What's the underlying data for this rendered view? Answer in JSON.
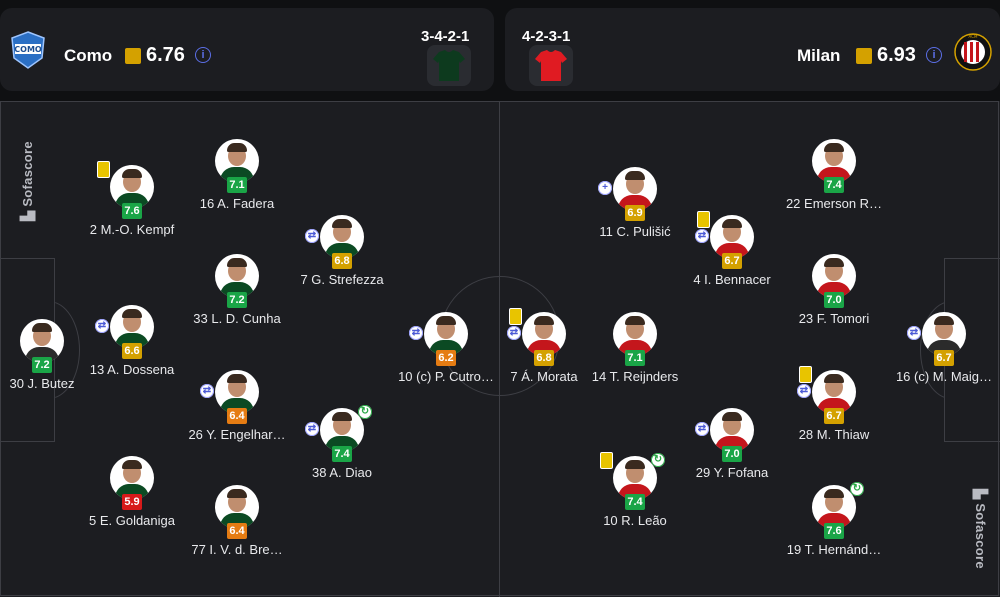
{
  "home": {
    "name": "Como",
    "rating": "6.76",
    "formation": "3-4-2-1",
    "kit_color": "#0d3a1e",
    "logo_text": "COMO"
  },
  "away": {
    "name": "Milan",
    "rating": "6.93",
    "formation": "4-2-3-1",
    "kit_color": "#e01b22",
    "logo_text": "ACM"
  },
  "watermark": "Sofascore",
  "colors": {
    "green": "#1aa547",
    "yellow": "#d4a100",
    "orange": "#e57c13",
    "red": "#d71a1a"
  },
  "players": [
    {
      "id": "butez",
      "label": "30 J. Butez",
      "rating": "7.2",
      "rc": "green",
      "team": "home",
      "shirt": "#2b2b2b",
      "events": []
    },
    {
      "id": "kempf",
      "label": "2 M.-O. Kempf",
      "rating": "7.6",
      "rc": "green",
      "team": "home",
      "shirt": "#0b4a23",
      "events": [
        "card"
      ]
    },
    {
      "id": "dossena",
      "label": "13 A. Dossena",
      "rating": "6.6",
      "rc": "yellow",
      "team": "home",
      "shirt": "#0b4a23",
      "events": [
        "sub"
      ]
    },
    {
      "id": "goldaniga",
      "label": "5 E. Goldaniga",
      "rating": "5.9",
      "rc": "red",
      "team": "home",
      "shirt": "#0b4a23",
      "events": []
    },
    {
      "id": "fadera",
      "label": "16 A. Fadera",
      "rating": "7.1",
      "rc": "green",
      "team": "home",
      "shirt": "#0b4a23",
      "events": []
    },
    {
      "id": "cunha",
      "label": "33 L. D. Cunha",
      "rating": "7.2",
      "rc": "green",
      "team": "home",
      "shirt": "#0b4a23",
      "events": []
    },
    {
      "id": "engelhardt",
      "label": "26 Y. Engelhar…",
      "rating": "6.4",
      "rc": "orange",
      "team": "home",
      "shirt": "#0b4a23",
      "events": [
        "sub"
      ]
    },
    {
      "id": "vdbrecht",
      "label": "77 I. V. d. Bre…",
      "rating": "6.4",
      "rc": "orange",
      "team": "home",
      "shirt": "#0b4a23",
      "events": []
    },
    {
      "id": "strefezza",
      "label": "7 G. Strefezza",
      "rating": "6.8",
      "rc": "yellow",
      "team": "home",
      "shirt": "#0b4a23",
      "events": [
        "sub"
      ]
    },
    {
      "id": "diao",
      "label": "38 A. Diao",
      "rating": "7.4",
      "rc": "green",
      "team": "home",
      "shirt": "#0b4a23",
      "events": [
        "sub",
        "goal"
      ]
    },
    {
      "id": "cutrone",
      "label": "10 (c) P. Cutro…",
      "rating": "6.2",
      "rc": "orange",
      "team": "home",
      "shirt": "#0b4a23",
      "events": [
        "sub"
      ]
    },
    {
      "id": "morata",
      "label": "7 Á. Morata",
      "rating": "6.8",
      "rc": "yellow",
      "team": "away",
      "shirt": "#c4161c",
      "events": [
        "card",
        "sub"
      ]
    },
    {
      "id": "pulisic",
      "label": "11 C. Pulišić",
      "rating": "6.9",
      "rc": "yellow",
      "team": "away",
      "shirt": "#c4161c",
      "events": [
        "subin"
      ]
    },
    {
      "id": "reijnders",
      "label": "14 T. Reijnders",
      "rating": "7.1",
      "rc": "green",
      "team": "away",
      "shirt": "#c4161c",
      "events": []
    },
    {
      "id": "leao",
      "label": "10 R. Leão",
      "rating": "7.4",
      "rc": "green",
      "team": "away",
      "shirt": "#c4161c",
      "events": [
        "card",
        "goal"
      ]
    },
    {
      "id": "bennacer",
      "label": "4 I. Bennacer",
      "rating": "6.7",
      "rc": "yellow",
      "team": "away",
      "shirt": "#c4161c",
      "events": [
        "card",
        "sub"
      ]
    },
    {
      "id": "fofana",
      "label": "29 Y. Fofana",
      "rating": "7.0",
      "rc": "green",
      "team": "away",
      "shirt": "#c4161c",
      "events": [
        "sub"
      ]
    },
    {
      "id": "emerson",
      "label": "22 Emerson R…",
      "rating": "7.4",
      "rc": "green",
      "team": "away",
      "shirt": "#c4161c",
      "events": []
    },
    {
      "id": "tomori",
      "label": "23 F. Tomori",
      "rating": "7.0",
      "rc": "green",
      "team": "away",
      "shirt": "#c4161c",
      "events": []
    },
    {
      "id": "thiaw",
      "label": "28 M. Thiaw",
      "rating": "6.7",
      "rc": "yellow",
      "team": "away",
      "shirt": "#c4161c",
      "events": [
        "card",
        "sub"
      ]
    },
    {
      "id": "hernandez",
      "label": "19 T. Hernánd…",
      "rating": "7.6",
      "rc": "green",
      "team": "away",
      "shirt": "#c4161c",
      "events": [
        "goal"
      ]
    },
    {
      "id": "maignan",
      "label": "16 (c) M. Maig…",
      "rating": "6.7",
      "rc": "yellow",
      "team": "away",
      "shirt": "#2b2b2b",
      "events": [
        "sub"
      ]
    }
  ]
}
